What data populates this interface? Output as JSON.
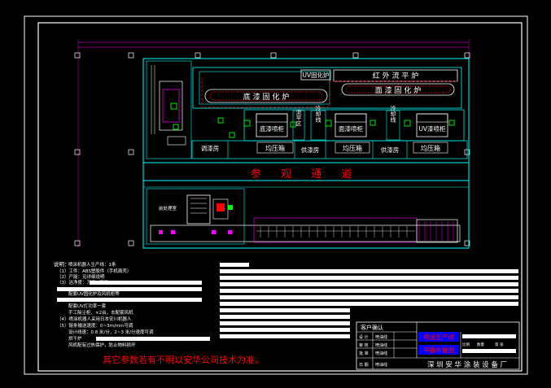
{
  "drawing": {
    "rooms": {
      "uv_cure_top": "UV固化炉",
      "infrared_leveling": "红 外 流 平 炉",
      "topcoat_cure": "面 漆 固 化 炉",
      "basecoat_cure": "底 漆 固 化 炉",
      "basecoat_booth": "底漆喷柜",
      "topcoat_booth": "面漆喷柜",
      "uv_booth": "UV漆喷柜",
      "leveling_zone": "流平区",
      "cooling_line": "冷却线",
      "cooling_line_right": "冷却线",
      "paint_mix_left": "调漆房",
      "plenum_1": "均压箱",
      "supply_room_1": "供漆房",
      "plenum_2": "均压箱",
      "supply_room_2": "供漆房",
      "plenum_3": "均压箱",
      "visit_corridor": "参 观 通 道",
      "prep_room": "前处理室"
    },
    "notes": {
      "heading": "说明：",
      "line_1": "喷涂机器人生产线：1条",
      "line_2": "（1）工件：ABS塑胶件（手机面壳）",
      "line_3": "（2）产能：见详细说明",
      "line_4": "（3）洁净度：万级+百级",
      "line_5": "配套UV固化炉及风机柜等",
      "line_6": "配套UV灯功率一套",
      "line_7": "手工除尘柜、×2台，去配套风机",
      "line_8": "（4）喷涂机器人采用日本安川机器人",
      "line_9": "（5）链条输送速度：0~3m/min可调",
      "line_10": "设计线速：0.8 米/分，2~3 米/分速度可调",
      "line_11": "烘干炉",
      "line_12": "风机配有过热保护，防止物料损坏",
      "disclaimer": "其它参数若有不明以安华公司技术为准。"
    },
    "title_block": {
      "customer_confirm": "客户确认",
      "label_design": "设 计",
      "label_check": "审 核",
      "label_approve": "批 准",
      "label_date": "日 期",
      "sig_blank": "喷油线",
      "project_name": "喷涂生产线",
      "drawing_name": "平面布置图",
      "scale": "比例",
      "qty": "数量",
      "sheet": "第 张",
      "company": "深 圳 安 华 涂 装 设 备 厂"
    },
    "colors": {
      "background": "#000000",
      "border": "#ffffff",
      "wall": "#00ffff",
      "equipment": "#ffffff",
      "conveyor": "#ff00ff",
      "label": "#ffff00",
      "highlight": "#ff0000",
      "fixture": "#00ff00",
      "title_fill": "#0000ff"
    }
  }
}
